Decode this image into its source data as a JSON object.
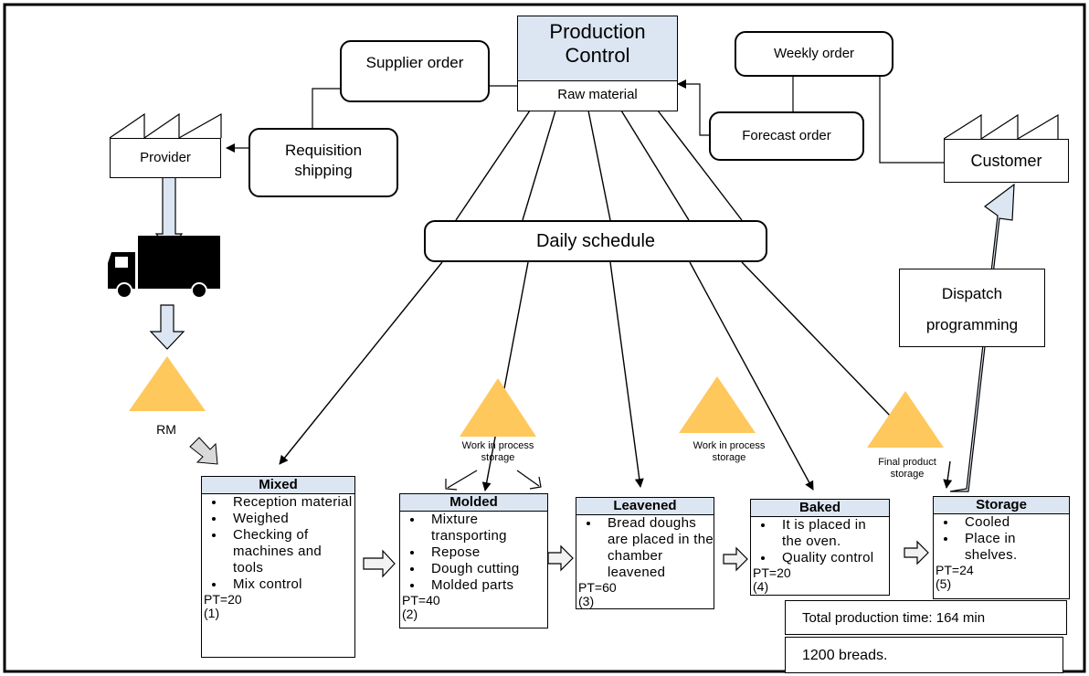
{
  "production_control": {
    "title": "Production Control",
    "subtitle": "Raw material"
  },
  "supplier_order": "Supplier order",
  "weekly_order": "Weekly order",
  "forecast_order": "Forecast order",
  "requisition_shipping": "Requisition shipping",
  "provider": "Provider",
  "customer": "Customer",
  "daily_schedule": "Daily schedule",
  "dispatch_programming": {
    "line1": "Dispatch",
    "line2": "programming"
  },
  "rm_label": "RM",
  "wip_storage_1": "Work in process storage",
  "wip_storage_2": "Work in process storage",
  "final_product_storage": "Final product storage",
  "processes": [
    {
      "title": "Mixed",
      "items": [
        "Reception material",
        "Weighed",
        "Checking of machines and tools",
        "Mix control"
      ],
      "pt": "PT=20",
      "num": "(1)"
    },
    {
      "title": "Molded",
      "items": [
        "Mixture transporting",
        "Repose",
        "Dough cutting",
        "Molded parts"
      ],
      "pt": "PT=40",
      "num": "(2)"
    },
    {
      "title": "Leavened",
      "items": [
        "Bread doughs are placed in the chamber leavened"
      ],
      "pt": "PT=60",
      "num": "(3)"
    },
    {
      "title": "Baked",
      "items": [
        "It is placed in the oven.",
        "Quality control"
      ],
      "pt": "PT=20",
      "num": "(4)"
    },
    {
      "title": "Storage",
      "items": [
        "Cooled",
        "Place in shelves."
      ],
      "pt": "PT=24",
      "num": "(5)"
    }
  ],
  "total_time": "Total production time: 164 min",
  "breads": "1200 breads.",
  "colors": {
    "header_fill": "#dce6f2",
    "triangle": "#ffc85c",
    "arrow_fill": "#dce6f2"
  }
}
